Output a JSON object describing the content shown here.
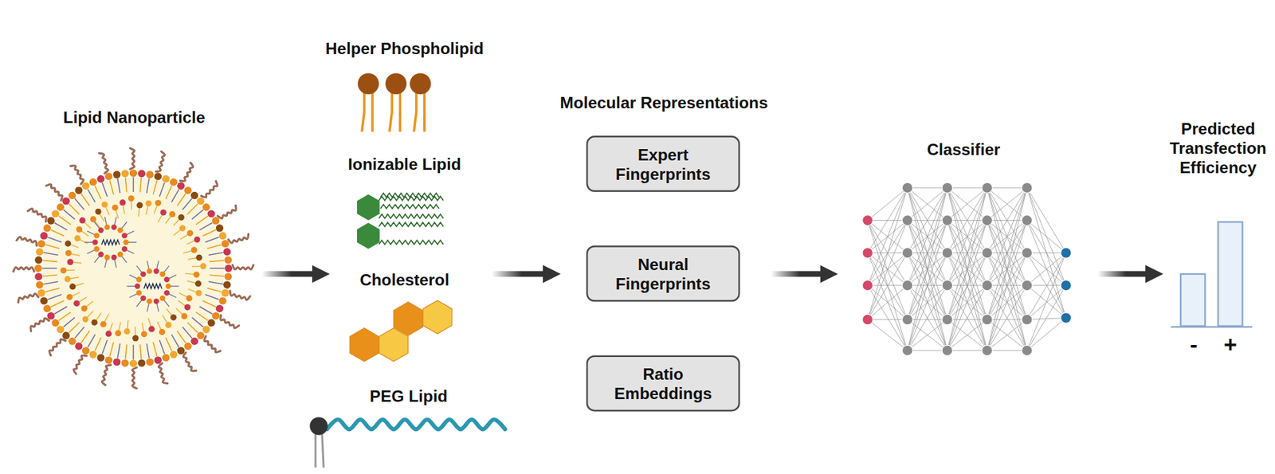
{
  "diagram": {
    "nodes": [
      {
        "text": [
          "Lipid Nanoparticle"
        ]
      },
      {
        "text": [
          "Helper Phospholipid"
        ]
      },
      {
        "text": [
          "Ionizable Lipid"
        ]
      },
      {
        "text": [
          "Cholesterol"
        ]
      },
      {
        "text": [
          "PEG Lipid"
        ]
      },
      {
        "text": [
          "Molecular Representations"
        ]
      },
      {
        "text": [
          "Expert Fingerprints"
        ],
        "in": 5
      },
      {
        "text": [
          "Neural Fingerprints"
        ],
        "in": 5
      },
      {
        "text": [
          "Ratio Embeddings"
        ],
        "in": 5
      },
      {
        "text": [
          "Classifier"
        ]
      },
      {
        "text": [
          "Predicted Transfection Efficiency"
        ]
      }
    ],
    "edges": [
      {
        "from": 0,
        "to": 3,
        "arrow": "to"
      },
      {
        "from": 3,
        "to": 5,
        "arrow": "to"
      },
      {
        "from": 5,
        "to": 9,
        "arrow": "to"
      },
      {
        "from": 9,
        "to": 10,
        "arrow": "to"
      }
    ],
    "labels": [
      "-",
      "+"
    ]
  }
}
